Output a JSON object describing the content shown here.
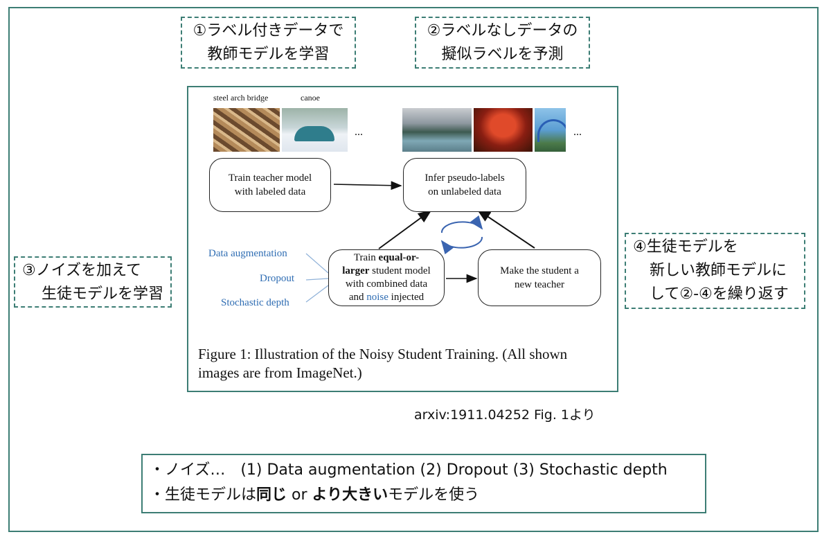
{
  "step1": {
    "line1": "①ラベル付きデータで",
    "line2": "教師モデルを学習"
  },
  "step2": {
    "line1": "②ラベルなしデータの",
    "line2": "擬似ラベルを予測"
  },
  "step3": {
    "line1": "③ノイズを加えて",
    "line2": "生徒モデルを学習"
  },
  "step4": {
    "line1": "④生徒モデルを",
    "line2": "新しい教師モデルに",
    "line3": "して②-④を繰り返す"
  },
  "figure": {
    "labeled_image_labels": [
      "steel arch bridge",
      "canoe"
    ],
    "ellipsis": "...",
    "teacher_node": {
      "line1": "Train teacher model",
      "line2": "with labeled data"
    },
    "infer_node": {
      "line1": "Infer pseudo-labels",
      "line2": "on unlabeled data"
    },
    "student_node": {
      "train": "Train ",
      "bold1": "equal-or-",
      "bold2": "larger",
      "rest": " student model",
      "line3": "with combined data",
      "and": "and ",
      "noise": "noise",
      "injected": " injected"
    },
    "make_node": {
      "line1": "Make the student a",
      "line2": "new teacher"
    },
    "noise_labels": [
      "Data augmentation",
      "Dropout",
      "Stochastic depth"
    ],
    "caption": "Figure 1: Illustration of the Noisy Student Training. (All shown images are from ImageNet.)"
  },
  "source": "arxiv:1911.04252 Fig. 1より",
  "notes": {
    "line1": "・ノイズ…　(1) Data augmentation (2) Dropout (3) Stochastic depth",
    "line2_a": "・生徒モデルは",
    "line2_b": "同じ",
    "line2_c": " or ",
    "line2_d": "より大きい",
    "line2_e": "モデルを使う"
  },
  "colors": {
    "frame": "#3c7d74",
    "noise_blue": "#2f6db3",
    "cycle_blue": "#3a64b0"
  }
}
